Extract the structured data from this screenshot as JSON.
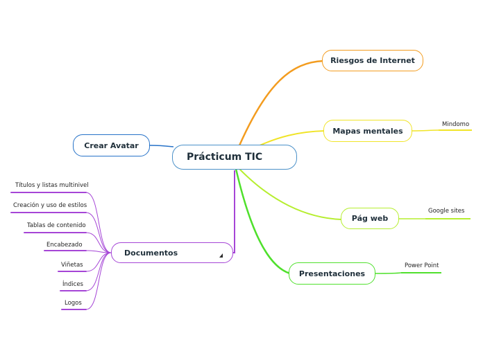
{
  "map": {
    "central": {
      "label": "Prácticum TIC"
    },
    "branches": {
      "riesgos": {
        "label": "Riesgos de Internet",
        "color": "#f39c1f"
      },
      "mapas": {
        "label": "Mapas mentales",
        "color": "#f0e427",
        "sub": "Mindomo"
      },
      "pagweb": {
        "label": "Pág web",
        "color": "#b6ee2f",
        "sub": "Google sites"
      },
      "presentaciones": {
        "label": "Presentaciones",
        "color": "#4fe02c",
        "sub": "Power Point"
      },
      "avatar": {
        "label": "Crear Avatar",
        "color": "#2672c8"
      },
      "documentos": {
        "label": "Documentos",
        "color": "#a545d6",
        "items": [
          "Títulos y listas multinivel",
          "Creación y uso de estilos",
          "Tablas de contenido",
          "Encabezado",
          "Viñetas",
          "Índices",
          "Logos"
        ]
      }
    }
  }
}
